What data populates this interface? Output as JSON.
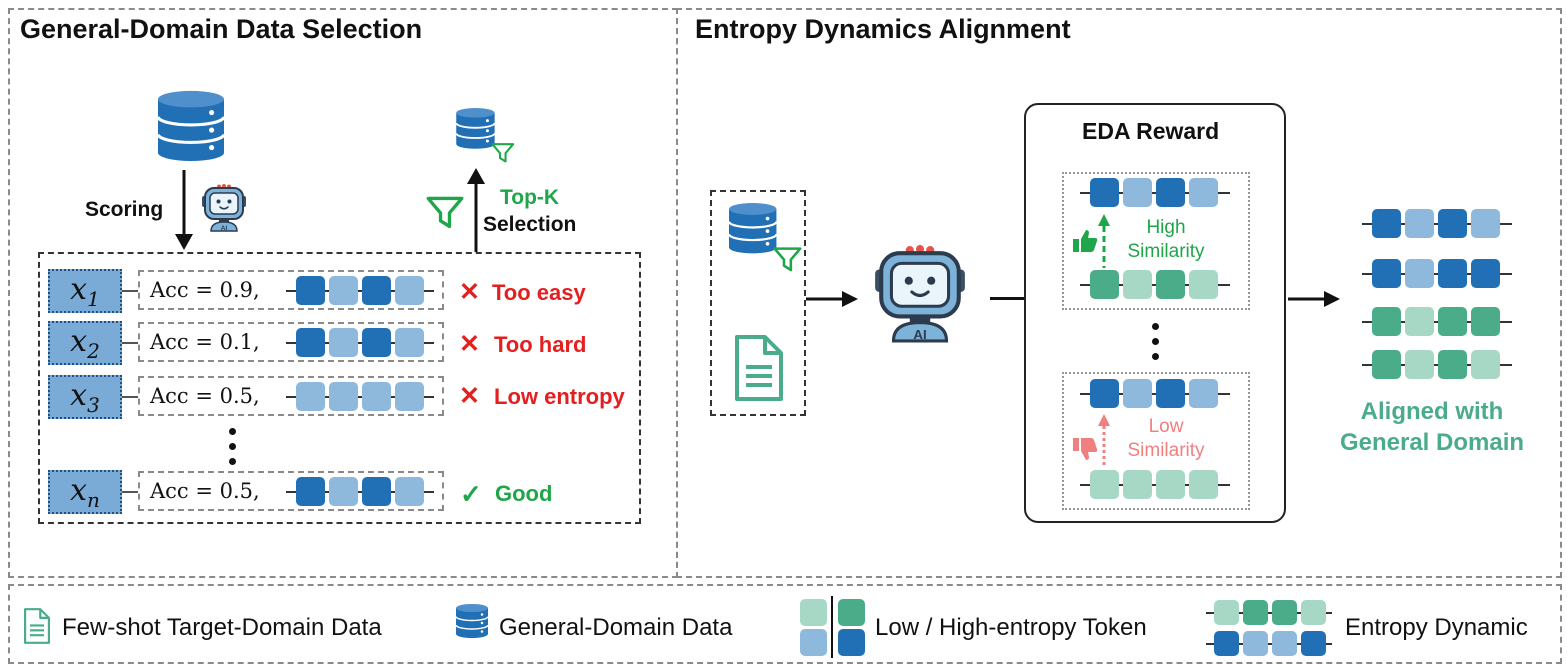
{
  "left_panel": {
    "title": "General-Domain Data Selection",
    "scoring_label": "Scoring",
    "topk_label": "Top-K",
    "selection_label": "Selection",
    "rows": [
      {
        "var": "x",
        "sub": "1",
        "acc_text": "Acc  =  0.9,",
        "tokens": [
          "D",
          "L",
          "D",
          "L"
        ],
        "mark": "✕",
        "verdict": "Too easy"
      },
      {
        "var": "x",
        "sub": "2",
        "acc_text": "Acc  =  0.1,",
        "tokens": [
          "D",
          "L",
          "D",
          "L"
        ],
        "mark": "✕",
        "verdict": "Too hard"
      },
      {
        "var": "x",
        "sub": "3",
        "acc_text": "Acc  =  0.5,",
        "tokens": [
          "L",
          "L",
          "L",
          "L"
        ],
        "mark": "✕",
        "verdict": "Low entropy"
      },
      {
        "var": "x",
        "sub": "n",
        "acc_text": "Acc  =  0.5,",
        "tokens": [
          "D",
          "L",
          "D",
          "L"
        ],
        "mark": "✓",
        "verdict": "Good"
      }
    ]
  },
  "right_panel": {
    "title": "Entropy Dynamics Alignment",
    "reward_title": "EDA Reward",
    "high_similarity": [
      "High",
      "Similarity"
    ],
    "low_similarity": [
      "Low",
      "Similarity"
    ],
    "aligned_text": [
      "Aligned with",
      "General Domain"
    ]
  },
  "legend": {
    "few_shot": "Few-shot Target-Domain Data",
    "general": "General-Domain Data",
    "token": "Low / High-entropy Token",
    "dynamic": "Entropy Dynamic"
  },
  "colors": {
    "high_entropy_general": "#2170b5",
    "low_entropy_general": "#8fb9dc",
    "high_entropy_target": "#4aac89",
    "low_entropy_target": "#a6d8c5",
    "bad": "#e31f1f",
    "good": "#1fa64a"
  },
  "icons": [
    "database-icon",
    "filtered-database-icon",
    "robot-icon",
    "filter-icon",
    "document-icon",
    "thumbs-up-icon",
    "thumbs-down-icon"
  ]
}
